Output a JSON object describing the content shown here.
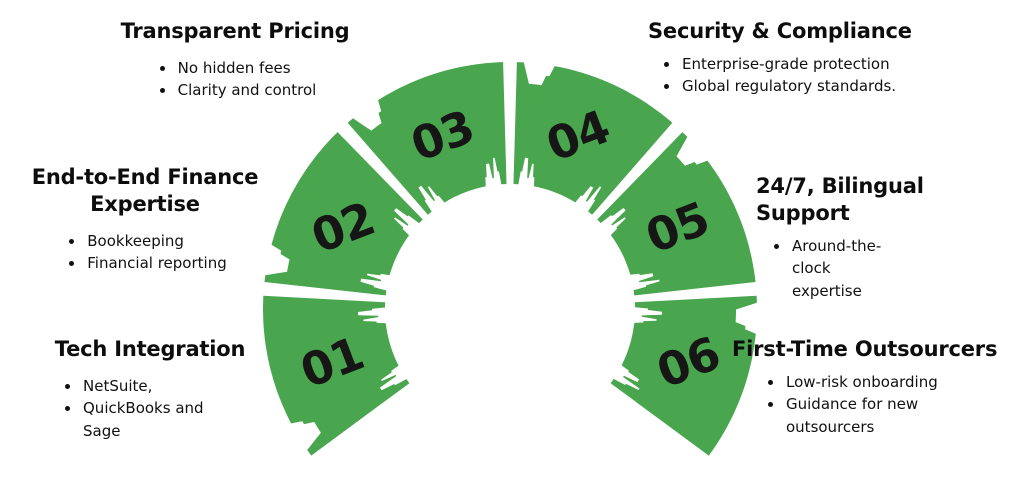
{
  "colors": {
    "segment_green": "#4aa64e",
    "number_black": "#161616",
    "text_black": "#111111",
    "background": "#ffffff"
  },
  "segments": [
    {
      "number": "01"
    },
    {
      "number": "02"
    },
    {
      "number": "03"
    },
    {
      "number": "04"
    },
    {
      "number": "05"
    },
    {
      "number": "06"
    }
  ],
  "features": {
    "transparent_pricing": {
      "title": "Transparent Pricing",
      "items": [
        "No hidden fees",
        "Clarity and control"
      ]
    },
    "security_compliance": {
      "title": "Security & Compliance",
      "items": [
        "Enterprise-grade protection",
        "Global regulatory standards."
      ]
    },
    "end_to_end_finance": {
      "title": "End-to-End Finance Expertise",
      "items": [
        "Bookkeeping",
        "Financial reporting"
      ]
    },
    "bilingual_support": {
      "title": "24/7, Bilingual Support",
      "items": [
        "Around-the-clock expertise"
      ]
    },
    "tech_integration": {
      "title": "Tech Integration",
      "items": [
        "NetSuite,",
        "QuickBooks and Sage"
      ]
    },
    "first_time_outsourcers": {
      "title": "First-Time Outsourcers",
      "items": [
        "Low-risk onboarding",
        "Guidance for new outsourcers"
      ]
    }
  }
}
